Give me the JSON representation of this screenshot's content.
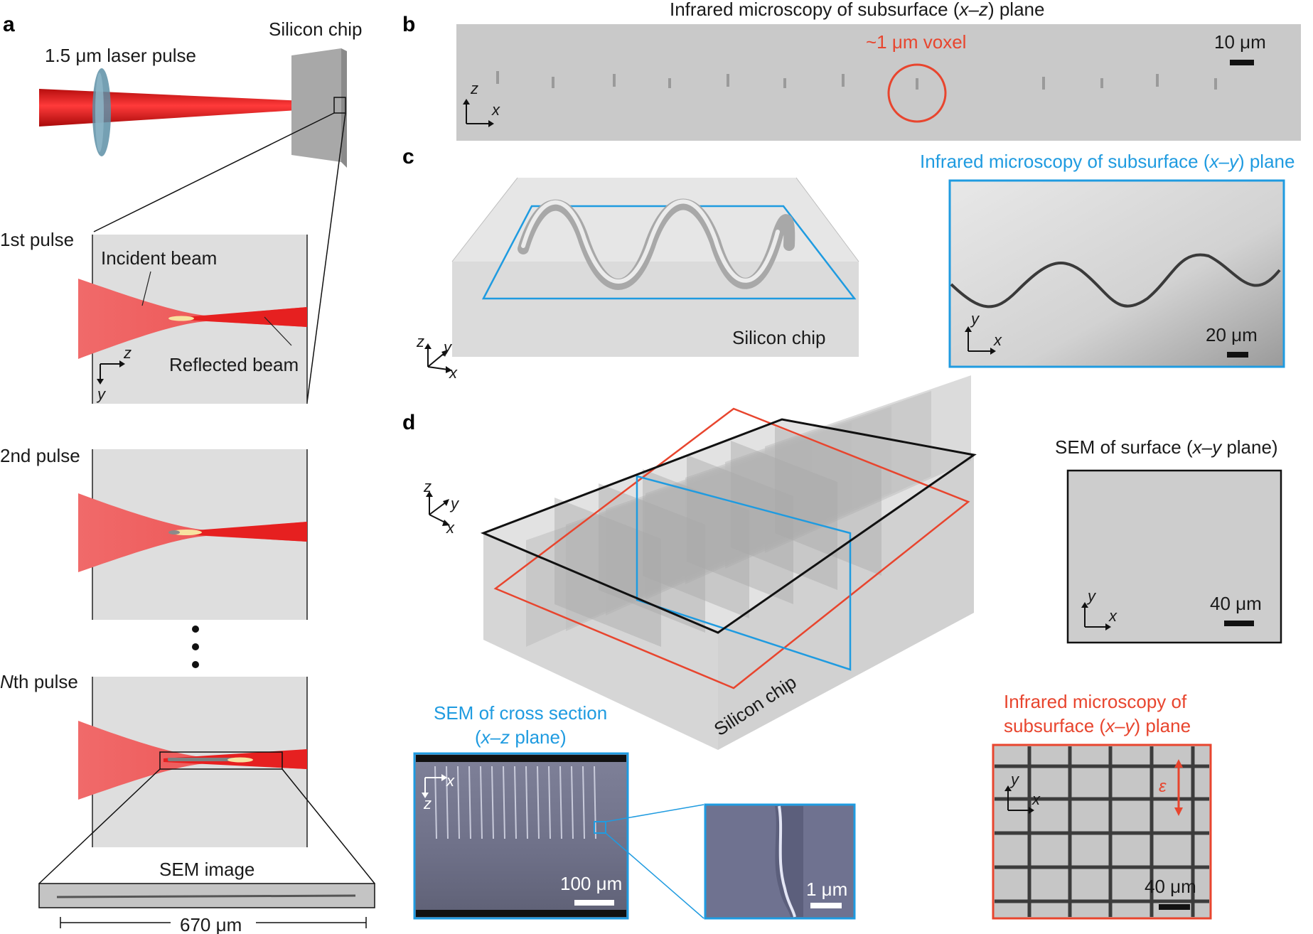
{
  "panels": {
    "a": {
      "letter": "a",
      "laser_label": "1.5 μm laser pulse",
      "chip_label": "Silicon chip",
      "pulse1_label": "1st pulse",
      "incident_label": "Incident beam",
      "reflected_label": "Reflected beam",
      "pulse2_label": "2nd pulse",
      "pulseN_italic": "N",
      "pulseN_rest": "th pulse",
      "sem_label": "SEM image",
      "scale_label": "670 μm",
      "axis_z": "z",
      "axis_y": "y"
    },
    "b": {
      "letter": "b",
      "title_pre": "Infrared microscopy of subsurface (",
      "title_var": "x–z",
      "title_post": ") plane",
      "voxel_label": "~1 μm voxel",
      "scale_label": "10 μm",
      "axis_z": "z",
      "axis_x": "x"
    },
    "c": {
      "letter": "c",
      "title_pre": "Infrared microscopy of subsurface (",
      "title_var": "x–y",
      "title_post": ") plane",
      "chip_label": "Silicon chip",
      "scale_label": "20 μm",
      "axis_z": "z",
      "axis_y": "y",
      "axis_x": "x"
    },
    "d": {
      "letter": "d",
      "sem_surface_pre": "SEM of surface (",
      "sem_surface_var": "x–y",
      "sem_surface_post": " plane)",
      "sem_surface_scale": "40 μm",
      "chip_label": "Silicon chip",
      "cross_title_1": "SEM of cross section",
      "cross_title_2_pre": "(",
      "cross_title_2_var": "x–z",
      "cross_title_2_post": " plane)",
      "cross_scale": "100 μm",
      "zoom_scale": "1 μm",
      "ir_title_1": "Infrared microscopy of",
      "ir_title_2_pre": "subsurface (",
      "ir_title_2_var": "x–y",
      "ir_title_2_post": ") plane",
      "ir_scale": "40 μm",
      "epsilon": "ε",
      "axis_z": "z",
      "axis_y": "y",
      "axis_x": "x"
    }
  },
  "colors": {
    "red": "#e8452e",
    "blue": "#1f9be0",
    "beam": "#e62020"
  }
}
